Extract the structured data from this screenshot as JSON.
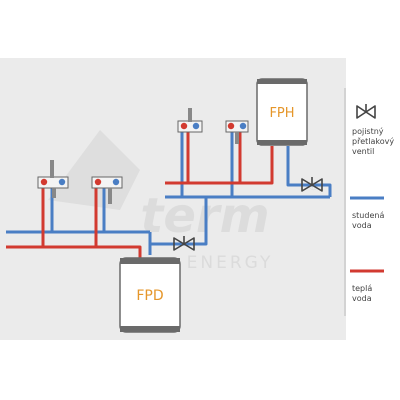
{
  "colors": {
    "background_panel": "#ebebeb",
    "cold_pipe": "#4a7ec4",
    "hot_pipe": "#d23a30",
    "tank_fill": "#ffffff",
    "tank_stroke": "#6a6a6a",
    "tank_label": "#e5962a",
    "valve": "#444444",
    "watermark": "#cfcfcf"
  },
  "tanks": {
    "fph": {
      "label": "FPH"
    },
    "fpd": {
      "label": "FPD"
    }
  },
  "watermark": {
    "brand": "term",
    "registered": "®",
    "tagline": "ENERGY"
  },
  "legend": {
    "items": [
      {
        "key": "valve",
        "lines": [
          "pojistný",
          "přetlakový",
          "ventil"
        ],
        "icon": "safety-valve-icon"
      },
      {
        "key": "cold",
        "lines": [
          "studená",
          "voda"
        ],
        "icon": "cold-water-line-icon"
      },
      {
        "key": "hot",
        "lines": [
          "teplá",
          "voda"
        ],
        "icon": "hot-water-line-icon"
      }
    ]
  }
}
